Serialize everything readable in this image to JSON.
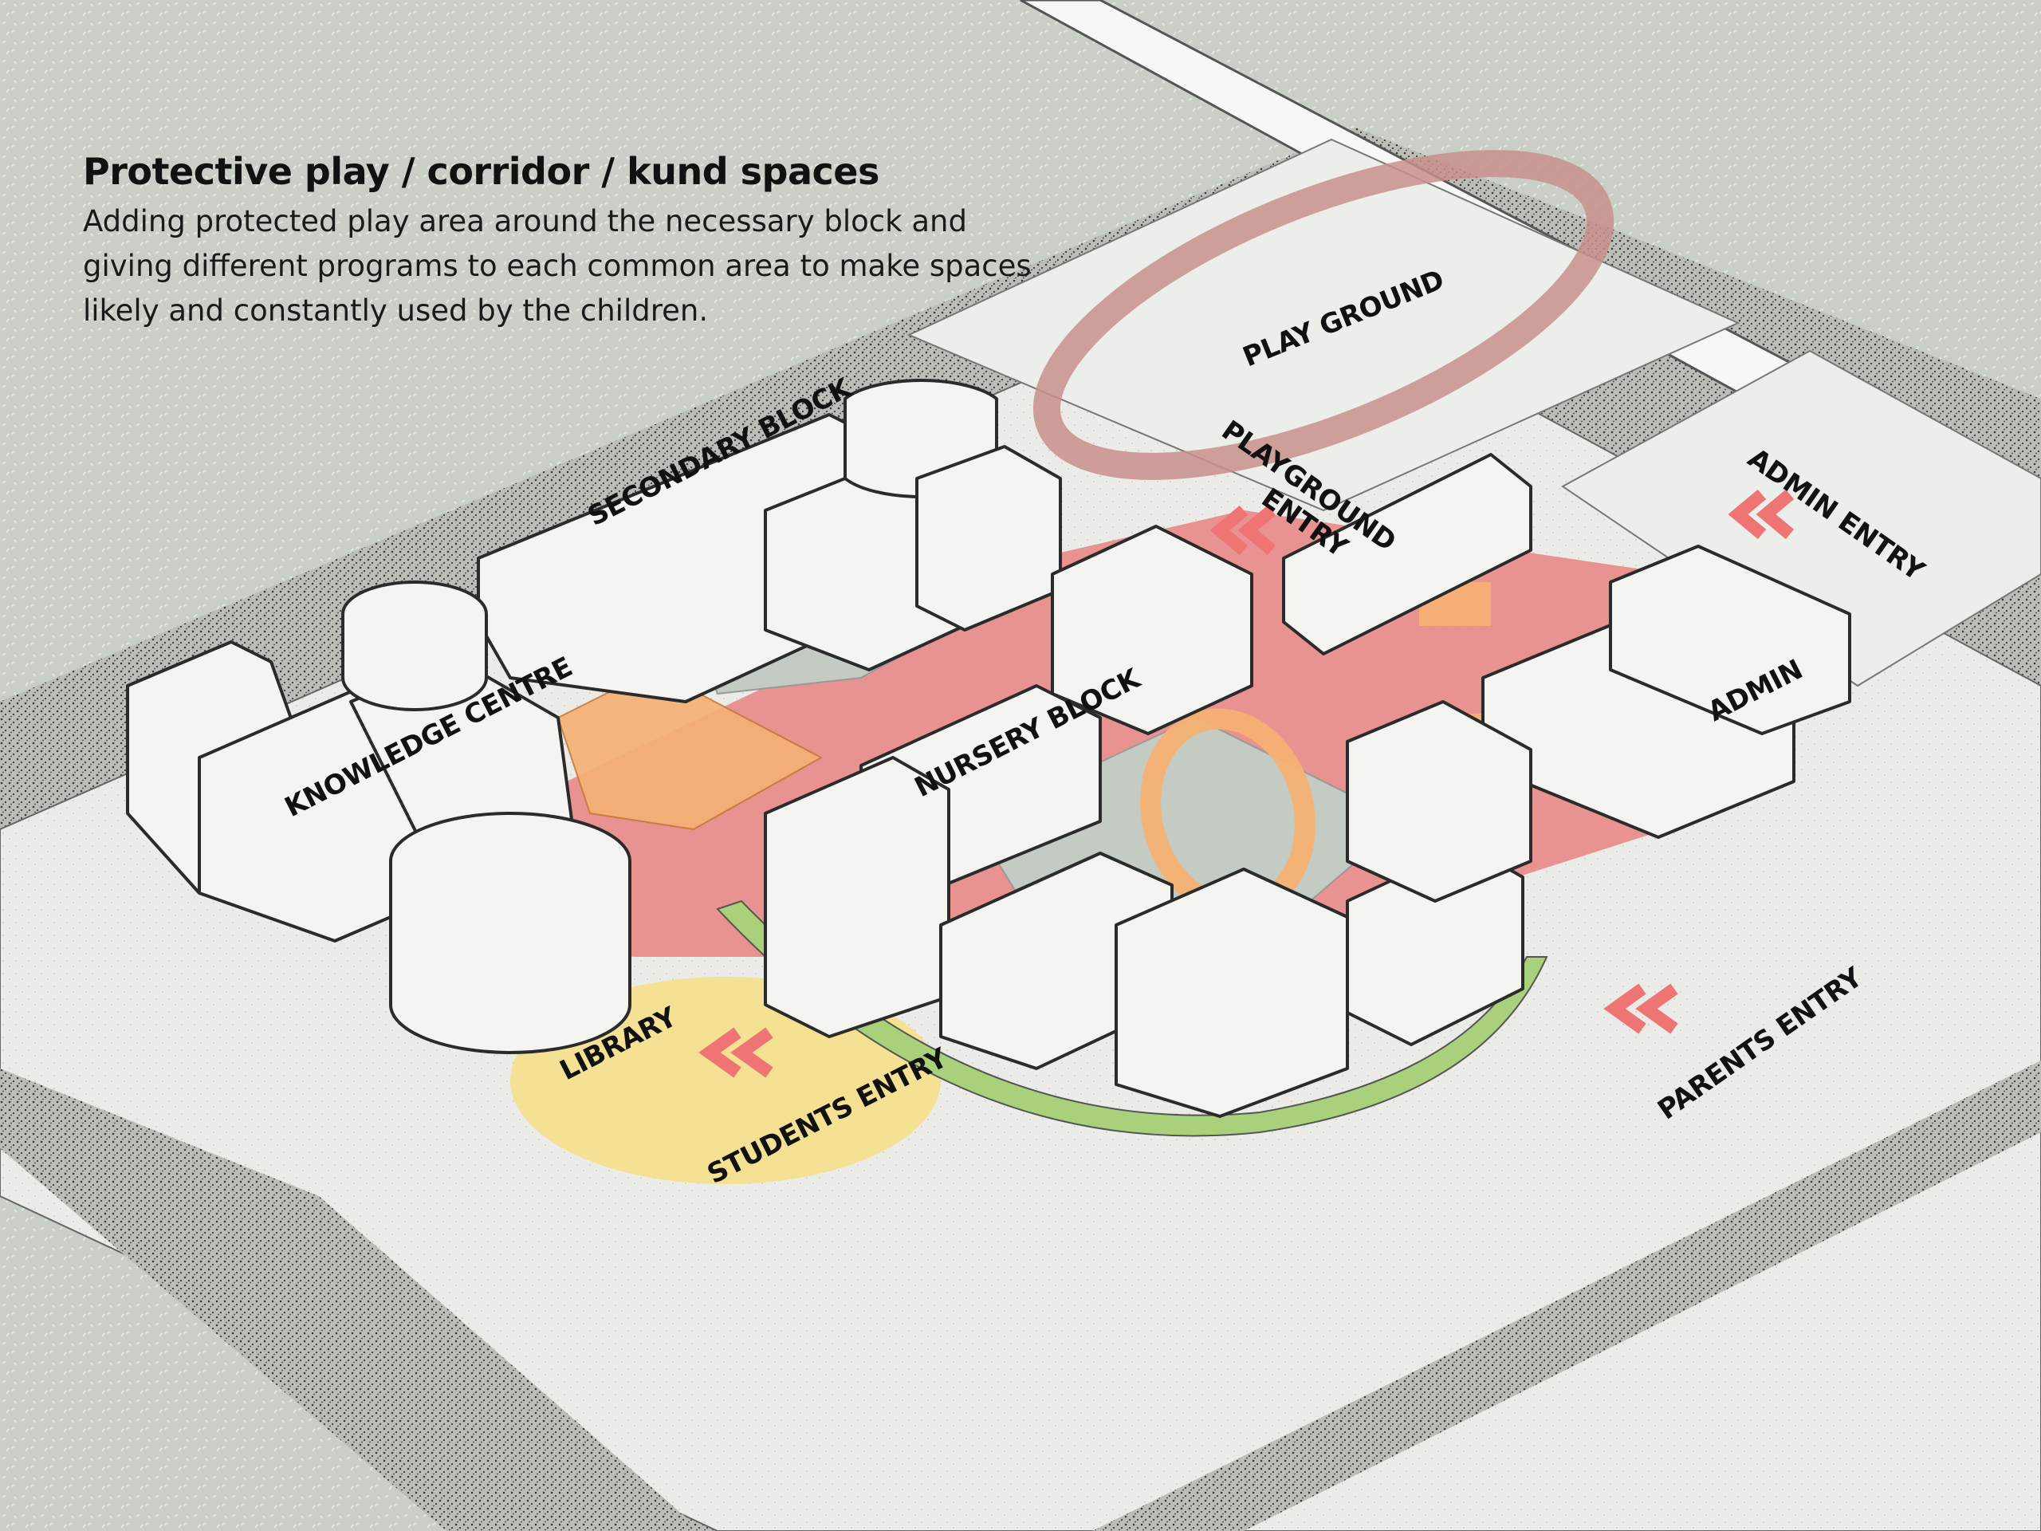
{
  "heading": {
    "title": "Protective play / corridor / kund spaces",
    "description": "Adding protected play area around the necessary block and giving different programs to each common area to make spaces likely and constantly used by the children."
  },
  "labels": {
    "play_ground": "PLAY GROUND",
    "playground_entry_1": "PLAYGROUND",
    "playground_entry_2": "ENTRY",
    "admin_entry": "ADMIN ENTRY",
    "secondary_block": "SECONDARY BLOCK",
    "knowledge_centre": "KNOWLEDGE CENTRE",
    "nursery_block": "NURSERY BLOCK",
    "admin": "ADMIN",
    "library": "LIBRARY",
    "students_entry": "STUDENTS ENTRY",
    "parents_entry": "PARENTS ENTRY"
  },
  "colors": {
    "background": "#c9cfc6",
    "site": "#e9ebe7",
    "road": "#9c9c98",
    "corridor_red": "#e88d8d",
    "block_fill": "#f4f4f1",
    "block_stroke": "#2b2b2b",
    "kund_orange": "#f5b173",
    "library_yellow": "#f6df84",
    "green_edge": "#a9d07a",
    "track": "#c98f8c",
    "arrow": "#ef7575"
  }
}
